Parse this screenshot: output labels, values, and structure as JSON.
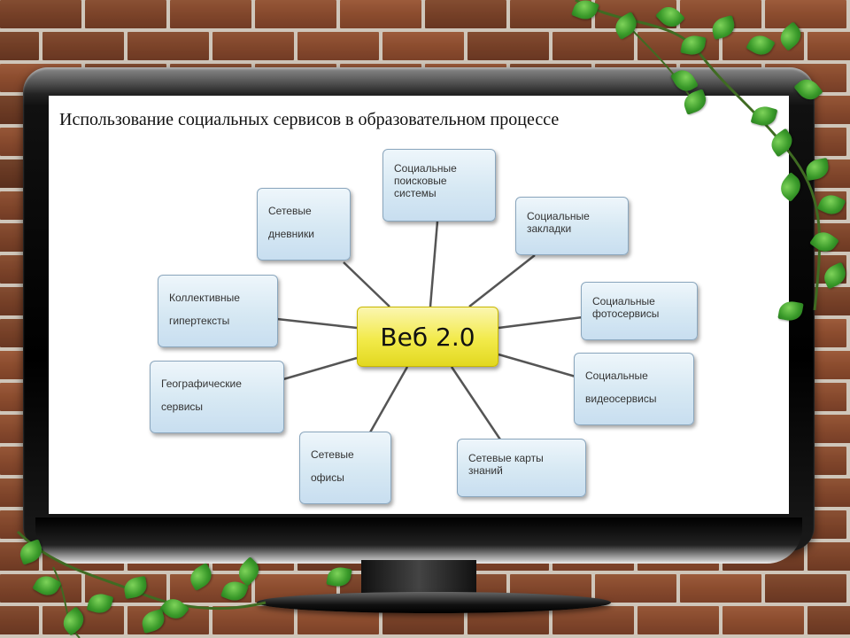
{
  "slide": {
    "title": "Использование социальных сервисов в образовательном процессе"
  },
  "diagram": {
    "center": "Веб 2.0",
    "nodes": [
      {
        "id": "search",
        "lines": [
          "Социальные",
          "поисковые",
          "системы"
        ]
      },
      {
        "id": "bookmarks",
        "lines": [
          "Социальные",
          "закладки"
        ]
      },
      {
        "id": "photo",
        "lines": [
          "Социальные",
          "фотосервисы"
        ]
      },
      {
        "id": "video",
        "lines": [
          "Социальные",
          "видеосервисы"
        ]
      },
      {
        "id": "mindmaps",
        "lines": [
          "Сетевые карты",
          "знаний"
        ]
      },
      {
        "id": "offices",
        "lines": [
          "Сетевые",
          "офисы"
        ]
      },
      {
        "id": "geo",
        "lines": [
          "Географические",
          "сервисы"
        ]
      },
      {
        "id": "hypertext",
        "lines": [
          "Коллективные",
          "гипертексты"
        ]
      },
      {
        "id": "diaries",
        "lines": [
          "Сетевые",
          "дневники"
        ]
      }
    ]
  },
  "colors": {
    "center_fill": "#f2ea4a",
    "node_fill": "#d6e8f3",
    "connector": "#555555",
    "screen": "#ffffff",
    "leaf": "#3a9a2a"
  }
}
